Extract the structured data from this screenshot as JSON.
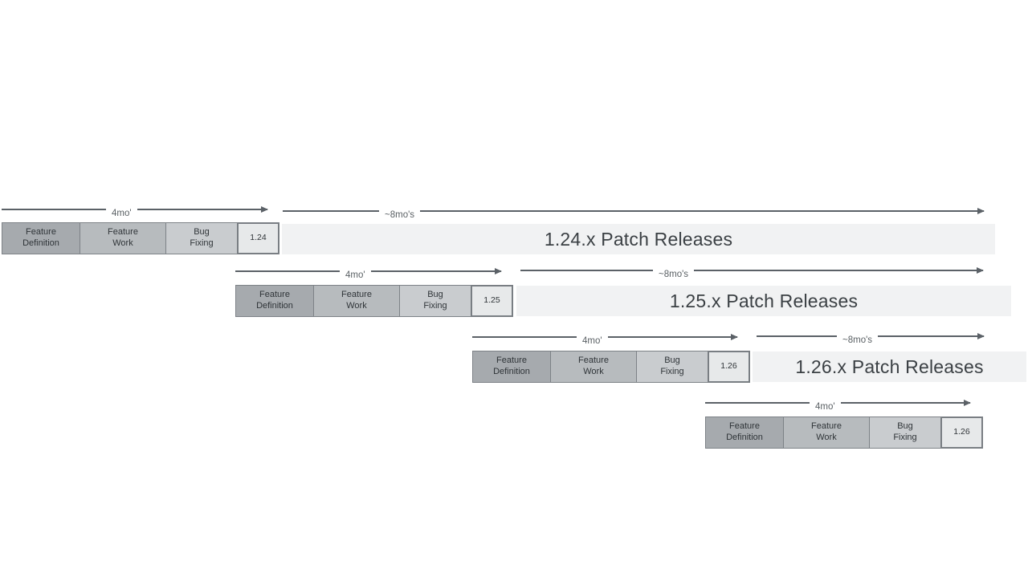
{
  "diagram": {
    "type": "release-cadence-timeline",
    "rows": [
      {
        "version": "1.24",
        "phases": [
          "Feature\nDefinition",
          "Feature\nWork",
          "Bug\nFixing"
        ],
        "dev_duration_label": "4mo'",
        "patch_duration_label": "~8mo's",
        "patch_release_label": "1.24.x Patch Releases"
      },
      {
        "version": "1.25",
        "phases": [
          "Feature\nDefinition",
          "Feature\nWork",
          "Bug\nFixing"
        ],
        "dev_duration_label": "4mo'",
        "patch_duration_label": "~8mo's",
        "patch_release_label": "1.25.x Patch Releases"
      },
      {
        "version": "1.26",
        "phases": [
          "Feature\nDefinition",
          "Feature\nWork",
          "Bug\nFixing"
        ],
        "dev_duration_label": "4mo'",
        "patch_duration_label": "~8mo's",
        "patch_release_label": "1.26.x Patch Releases"
      },
      {
        "version": "1.26",
        "phases": [
          "Feature\nDefinition",
          "Feature\nWork",
          "Bug\nFixing"
        ],
        "dev_duration_label": "4mo'"
      }
    ],
    "colors": {
      "phase_feature_definition": "#a6aaae",
      "phase_feature_work": "#b7bbbe",
      "phase_bug_fixing": "#c9cccf",
      "version_box": "#e7e9ea",
      "patch_bar": "#f1f2f3",
      "box_border": "#7d8287",
      "arrow": "#5b6167",
      "arrow_label_text": "#5a6064",
      "patch_bar_text": "#3b4044",
      "phase_text": "#2f3438",
      "background": "#ffffff"
    }
  }
}
